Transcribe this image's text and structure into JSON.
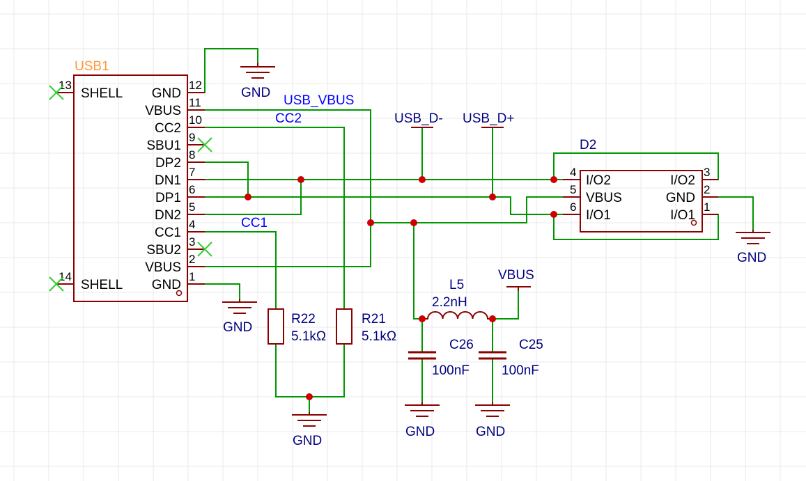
{
  "colors": {
    "background": "#ffffff",
    "grid": "#e8e8e8",
    "wire": "#009600",
    "component": "#8b0000",
    "junction": "#cc0000",
    "net_label": "#0000ff",
    "power_label": "#000080",
    "designator_usb": "#ff9933",
    "designator": "#000080",
    "no_connect": "#33cc33",
    "pin_text": "#000000"
  },
  "usb1": {
    "designator": "USB1",
    "pins": [
      {
        "num": "13",
        "name": "SHELL",
        "side": "left"
      },
      {
        "num": "14",
        "name": "SHELL",
        "side": "left"
      },
      {
        "num": "12",
        "name": "GND",
        "side": "right"
      },
      {
        "num": "11",
        "name": "VBUS",
        "side": "right"
      },
      {
        "num": "10",
        "name": "CC2",
        "side": "right"
      },
      {
        "num": "9",
        "name": "SBU1",
        "side": "right"
      },
      {
        "num": "8",
        "name": "DP2",
        "side": "right"
      },
      {
        "num": "7",
        "name": "DN1",
        "side": "right"
      },
      {
        "num": "6",
        "name": "DP1",
        "side": "right"
      },
      {
        "num": "5",
        "name": "DN2",
        "side": "right"
      },
      {
        "num": "4",
        "name": "CC1",
        "side": "right"
      },
      {
        "num": "3",
        "name": "SBU2",
        "side": "right"
      },
      {
        "num": "2",
        "name": "VBUS",
        "side": "right"
      },
      {
        "num": "1",
        "name": "GND",
        "side": "right"
      }
    ]
  },
  "d2": {
    "designator": "D2",
    "pins": [
      {
        "num": "4",
        "name": "I/O2",
        "side": "left"
      },
      {
        "num": "5",
        "name": "VBUS",
        "side": "left"
      },
      {
        "num": "6",
        "name": "I/O1",
        "side": "left"
      },
      {
        "num": "3",
        "name": "I/O2",
        "side": "right"
      },
      {
        "num": "2",
        "name": "GND",
        "side": "right"
      },
      {
        "num": "1",
        "name": "I/O1",
        "side": "right"
      }
    ]
  },
  "net_labels": {
    "usb_vbus": "USB_VBUS",
    "cc2": "CC2",
    "cc1": "CC1",
    "usb_dm": "USB_D-",
    "usb_dp": "USB_D+"
  },
  "power": {
    "gnd": "GND",
    "vbus": "VBUS"
  },
  "r22": {
    "designator": "R22",
    "value": "5.1kΩ"
  },
  "r21": {
    "designator": "R21",
    "value": "5.1kΩ"
  },
  "l5": {
    "designator": "L5",
    "value": "2.2nH"
  },
  "c26": {
    "designator": "C26",
    "value": "100nF"
  },
  "c25": {
    "designator": "C25",
    "value": "100nF"
  }
}
